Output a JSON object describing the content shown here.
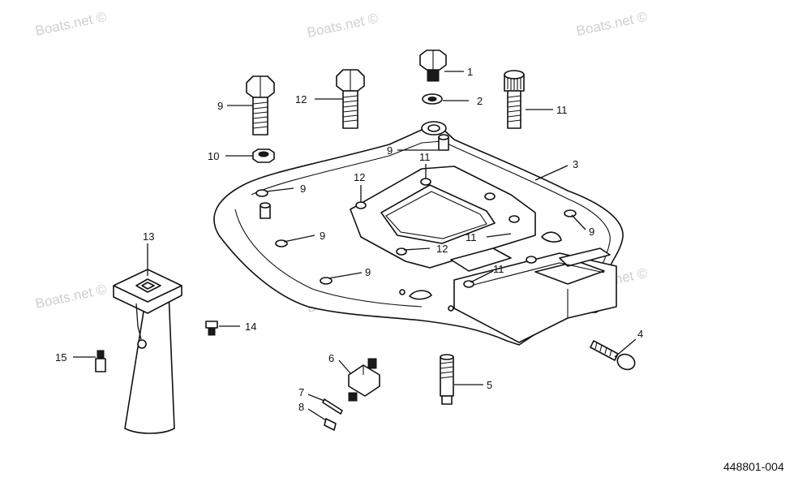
{
  "watermarks": [
    "Boats.net ©",
    "Boats.net ©",
    "Boats.net ©",
    "Boats.net ©",
    "Boats.net ©",
    "Boats.net ©"
  ],
  "part_number": "448801-004",
  "callouts": {
    "c1": "1",
    "c2": "2",
    "c3": "3",
    "c4": "4",
    "c5": "5",
    "c6": "6",
    "c7": "7",
    "c8": "8",
    "c9a": "9",
    "c9b": "9",
    "c9c": "9",
    "c9d": "9",
    "c9e": "9",
    "c9f": "9",
    "c10": "10",
    "c11a": "11",
    "c11b": "11",
    "c11c": "11",
    "c11d": "11",
    "c12a": "12",
    "c12b": "12",
    "c12c": "12",
    "c13": "13",
    "c14": "14",
    "c15": "15"
  }
}
